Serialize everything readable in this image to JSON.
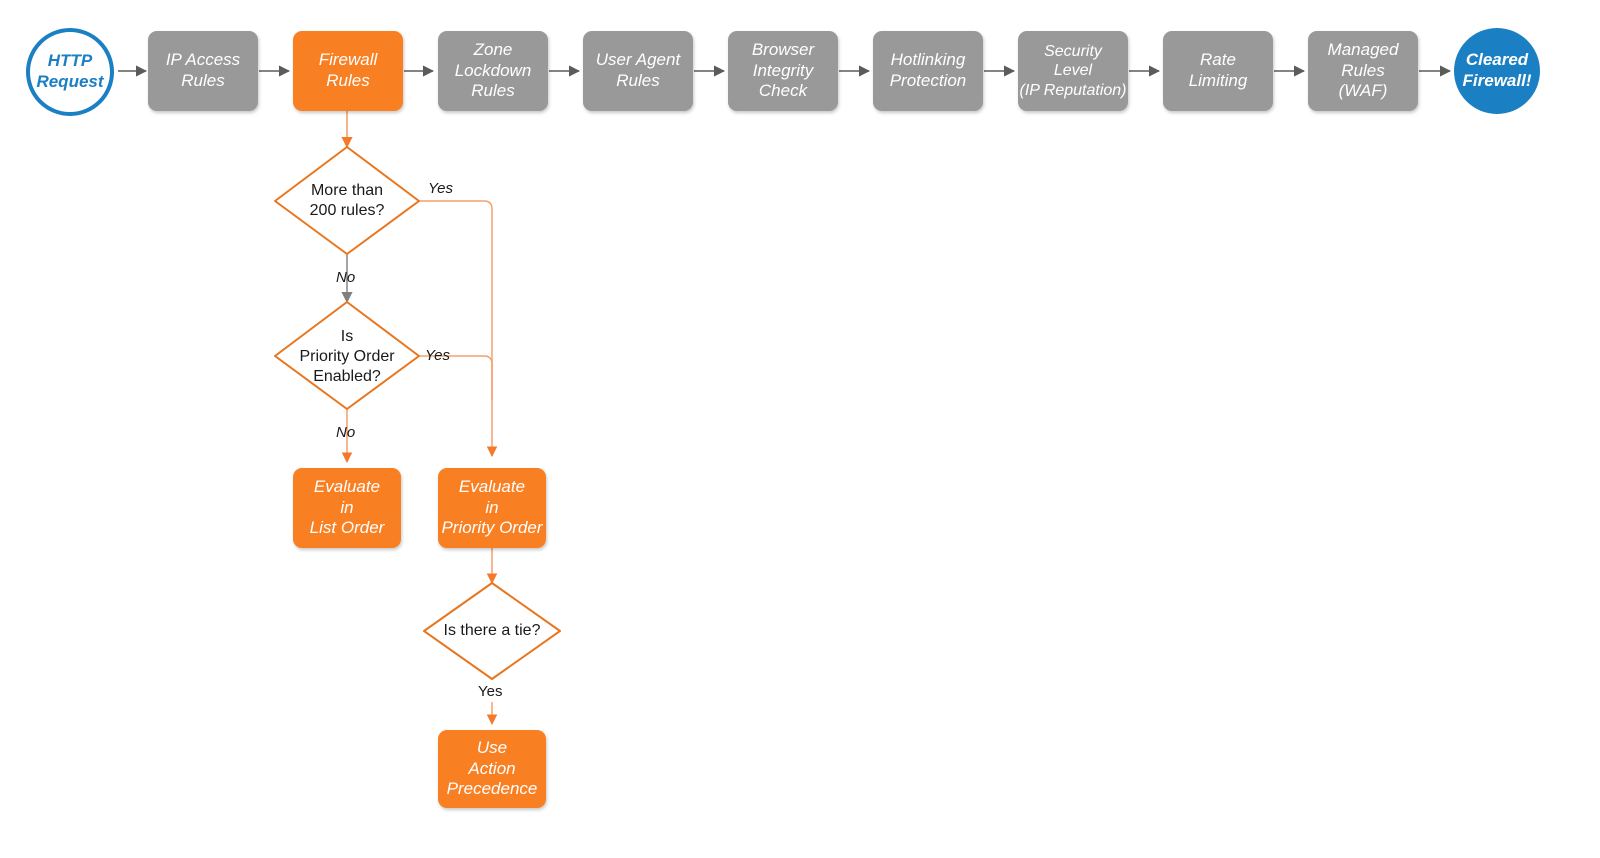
{
  "diagram": {
    "title": "Cloudflare firewall request evaluation order",
    "colors": {
      "gray": "#999999",
      "orange": "#F97F23",
      "orange_line": "#F08A4B",
      "blue": "#1B7FC3",
      "gray_line": "#6E6E6E",
      "text_dark": "#1a1a1a",
      "background": "#FFFFFF"
    }
  },
  "pipeline": {
    "start": {
      "label": "HTTP\nRequest",
      "shape": "circle",
      "color": "#1B7FC3"
    },
    "steps": [
      {
        "label": "IP Access\nRules",
        "color": "#999999",
        "active": false
      },
      {
        "label": "Firewall\nRules",
        "color": "#F97F23",
        "active": true
      },
      {
        "label": "Zone\nLockdown\nRules",
        "color": "#999999",
        "active": false
      },
      {
        "label": "User Agent\nRules",
        "color": "#999999",
        "active": false
      },
      {
        "label": "Browser\nIntegrity\nCheck",
        "color": "#999999",
        "active": false
      },
      {
        "label": "Hotlinking\nProtection",
        "color": "#999999",
        "active": false
      },
      {
        "label": "Security\nLevel\n(IP Reputation)",
        "color": "#999999",
        "active": false
      },
      {
        "label": "Rate\nLimiting",
        "color": "#999999",
        "active": false
      },
      {
        "label": "Managed\nRules\n(WAF)",
        "color": "#999999",
        "active": false
      }
    ],
    "end": {
      "label": "Cleared\nFirewall!",
      "shape": "circle",
      "color": "#1B7FC3"
    }
  },
  "decisions": [
    {
      "id": "more-than-200-rules",
      "label": "More than\n200 rules?",
      "yes": "Yes",
      "no": "No"
    },
    {
      "id": "is-priority-order-enabled",
      "label": "Is\nPriority Order\nEnabled?",
      "yes": "Yes",
      "no": "No"
    },
    {
      "id": "is-there-a-tie",
      "label": "Is there a tie?",
      "yes": "Yes",
      "no": ""
    }
  ],
  "outcomes": [
    {
      "id": "evaluate-list-order",
      "label": "Evaluate\nin\nList Order",
      "color": "#F97F23"
    },
    {
      "id": "evaluate-priority-order",
      "label": "Evaluate\nin\nPriority Order",
      "color": "#F97F23"
    },
    {
      "id": "use-action-precedence",
      "label": "Use\nAction\nPrecedence",
      "color": "#F97F23"
    }
  ],
  "edge_labels": {
    "d1_yes": "Yes",
    "d1_no": "No",
    "d2_yes": "Yes",
    "d2_no": "No",
    "d3_yes": "Yes"
  }
}
